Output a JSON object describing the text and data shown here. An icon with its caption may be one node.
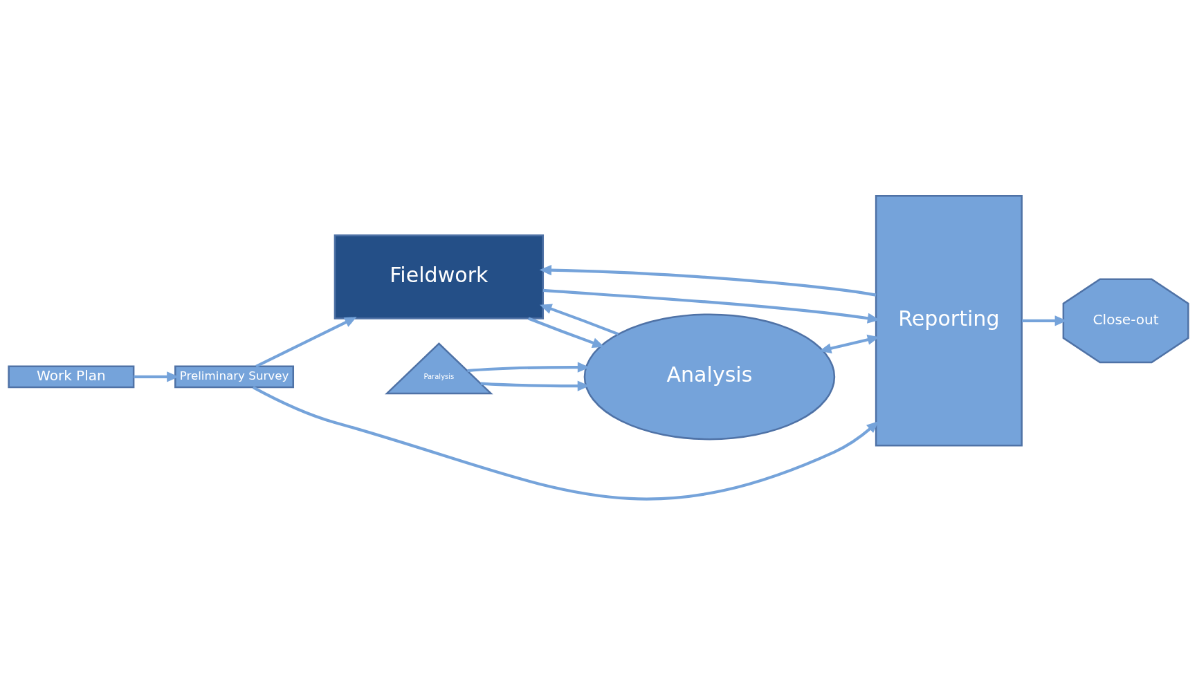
{
  "diagram": {
    "nodes": [
      {
        "text": [
          "Work Plan"
        ]
      },
      {
        "text": [
          "Preliminary Survey"
        ]
      },
      {
        "text": [
          "Fieldwork"
        ]
      },
      {
        "text": [
          "Reporting"
        ]
      },
      {
        "text": [
          "Paralysis"
        ]
      },
      {
        "text": [
          "Analysis"
        ]
      },
      {
        "text": [
          "Close-out"
        ]
      }
    ],
    "edges": [
      {
        "from": 0,
        "to": 1,
        "arrow": "to"
      },
      {
        "from": 1,
        "to": 3,
        "arrow": "to"
      },
      {
        "from": 1,
        "to": 2,
        "arrow": "to"
      },
      {
        "from": 3,
        "to": 2,
        "arrow": "to"
      },
      {
        "from": 2,
        "to": 3,
        "arrow": "to"
      },
      {
        "from": 2,
        "to": 5,
        "arrow": "to"
      },
      {
        "from": 5,
        "to": 2,
        "arrow": "to"
      },
      {
        "from": 4,
        "to": 5,
        "arrow": "to"
      },
      {
        "from": 4,
        "to": 5,
        "arrow": "to"
      },
      {
        "from": 5,
        "to": 3,
        "arrow": "both"
      },
      {
        "from": 3,
        "to": 6,
        "arrow": "to"
      }
    ]
  }
}
